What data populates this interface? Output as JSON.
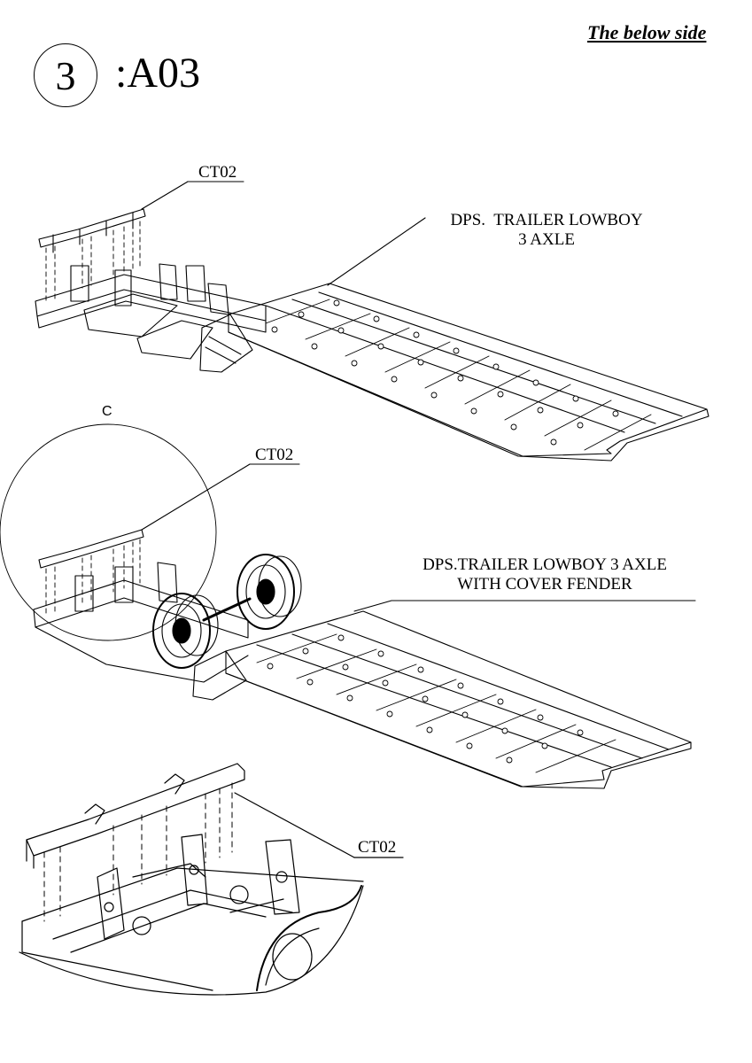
{
  "header": {
    "side_label": "The below side"
  },
  "step": {
    "number": "3",
    "code": ":A03"
  },
  "views": [
    {
      "callouts": {
        "part": "CT02",
        "assembly_line1": "DPS.  TRAILER LOWBOY",
        "assembly_line2": "3 AXLE"
      }
    },
    {
      "detail_marker": "C",
      "callouts": {
        "part": "CT02",
        "assembly_line1": "DPS.TRAILER LOWBOY 3 AXLE",
        "assembly_line2": "WITH COVER FENDER"
      }
    },
    {
      "callouts": {
        "part": "CT02"
      }
    }
  ]
}
